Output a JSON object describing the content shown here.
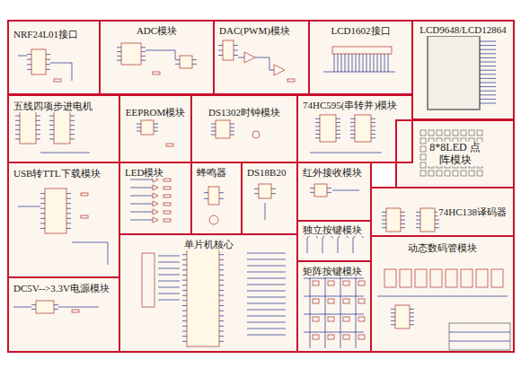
{
  "diagram": {
    "nodes": [
      {
        "text": [
          "NRF24L01接口"
        ]
      },
      {
        "text": [
          "ADC模块"
        ]
      },
      {
        "text": [
          "DAC(PWM)模块"
        ]
      },
      {
        "text": [
          "LCD1602接口"
        ]
      },
      {
        "text": [
          "LCD9648/LCD12864"
        ]
      },
      {
        "text": [
          "五线四项步进电机"
        ]
      },
      {
        "text": [
          "EEPROM模块"
        ]
      },
      {
        "text": [
          "DS1302时钟模块"
        ]
      },
      {
        "text": [
          "74HC595(串转并)模块"
        ]
      },
      {
        "text": [
          "8*8LED 点阵模块"
        ]
      },
      {
        "text": [
          "USB转TTL下载模块"
        ]
      },
      {
        "text": [
          "LED模块"
        ]
      },
      {
        "text": [
          "蜂鸣器"
        ]
      },
      {
        "text": [
          "DS18B20"
        ]
      },
      {
        "text": [
          "红外接收模块"
        ]
      },
      {
        "text": [
          "74HC138译码器"
        ]
      },
      {
        "text": [
          "独立按键模块"
        ]
      },
      {
        "text": [
          "单片机核心"
        ]
      },
      {
        "text": [
          "动态数码管模块"
        ]
      },
      {
        "text": [
          "矩阵按键模块"
        ]
      },
      {
        "text": [
          "DC5V-->3.3V电源模块"
        ]
      }
    ]
  }
}
